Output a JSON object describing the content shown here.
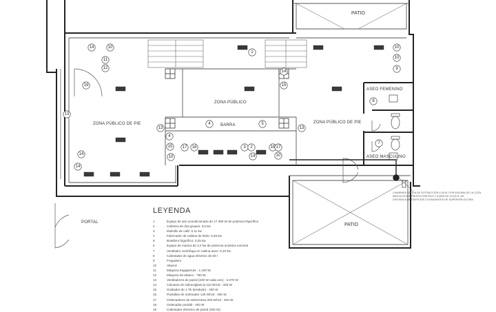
{
  "rooms": {
    "patio_top": "PATIO",
    "patio_right": "PATIO",
    "zona_left": "ZONA PÚBLICO DE PIE",
    "zona_center": "ZONA PÚBLICO",
    "barra": "BARRA",
    "zona_right": "ZONA PÚBLICO DE PIE",
    "aseo_fem": "ASEO FEMENINO",
    "aseo_masc": "ASEO MASCULINO",
    "portal": "PORTAL"
  },
  "callouts": [
    "14",
    "10",
    "11",
    "12",
    "19",
    "13",
    "13",
    "4",
    "4",
    "5",
    "13",
    "15",
    "17",
    "18",
    "10",
    "3",
    "2",
    "16",
    "17",
    "14",
    "10",
    "14",
    "1",
    "14",
    "10",
    "10",
    "8",
    "7",
    "9",
    "14",
    "15"
  ],
  "legend": {
    "title": "LEYENDA",
    "items": [
      {
        "n": "1",
        "t": "Equipo de aire acondicionado de 17.480 W de potencia frigorífica"
      },
      {
        "n": "2",
        "t": "Cafetera de dos grupos: 3,5 kw"
      },
      {
        "n": "3",
        "t": "Molinillo de café: 0,11 kw"
      },
      {
        "n": "4",
        "t": "Fabricador de cubitos de hielo: 0,25 kw"
      },
      {
        "n": "5",
        "t": "Botellero frigorífico: 0,25 kw"
      },
      {
        "n": "6",
        "t": "Equipo de música de 3,2 kw de potencia acústica nominal"
      },
      {
        "n": "7",
        "t": "Ventilador centrífugo en cabina aseo: 0,10 kw"
      },
      {
        "n": "8",
        "t": "Calentador de agua eléctrico de 50 l"
      },
      {
        "n": "9",
        "t": "Fregadero"
      },
      {
        "n": "10",
        "t": "Altavoz"
      },
      {
        "n": "11",
        "t": "Máquina tragaperras - 1.100 W."
      },
      {
        "n": "12",
        "t": "Máquina de tabaco - 750 W."
      },
      {
        "n": "13",
        "t": "Ventiladores de pared (230 W cada uno) - 2.070 W"
      },
      {
        "n": "14",
        "t": "Cámaras de videovigilancia 110 W/Ud - 330 W"
      },
      {
        "n": "15",
        "t": "Grabador de 1 Tb (terabyte) - 230 W"
      },
      {
        "n": "16",
        "t": "Pantallas de ordenador 125 W/Ud - 250 W."
      },
      {
        "n": "17",
        "t": "Ordenadores de sobremesa 200 W/Ud - 400 W."
      },
      {
        "n": "18",
        "t": "Ordenador portátil - 200 W"
      },
      {
        "n": "19",
        "t": "Calentador eléctrico de pared (200 W)"
      }
    ]
  },
  "note": {
    "lines": [
      "CHIMENEA SALIDA DE EXTRACCIÓN 1,00 m. POR ENCIMA DE LA COTA",
      "MÁS ALTA DEL PROPIO EDIFICIO Y A MÁS DE 10,00 m. DE",
      "DISTANCIA DE EDIFICIOS COLINDANTES DE SUPERIOR ALTURA"
    ]
  },
  "colors": {
    "wall": "#222222",
    "line": "#555555",
    "unit": "#3a3a3a"
  }
}
